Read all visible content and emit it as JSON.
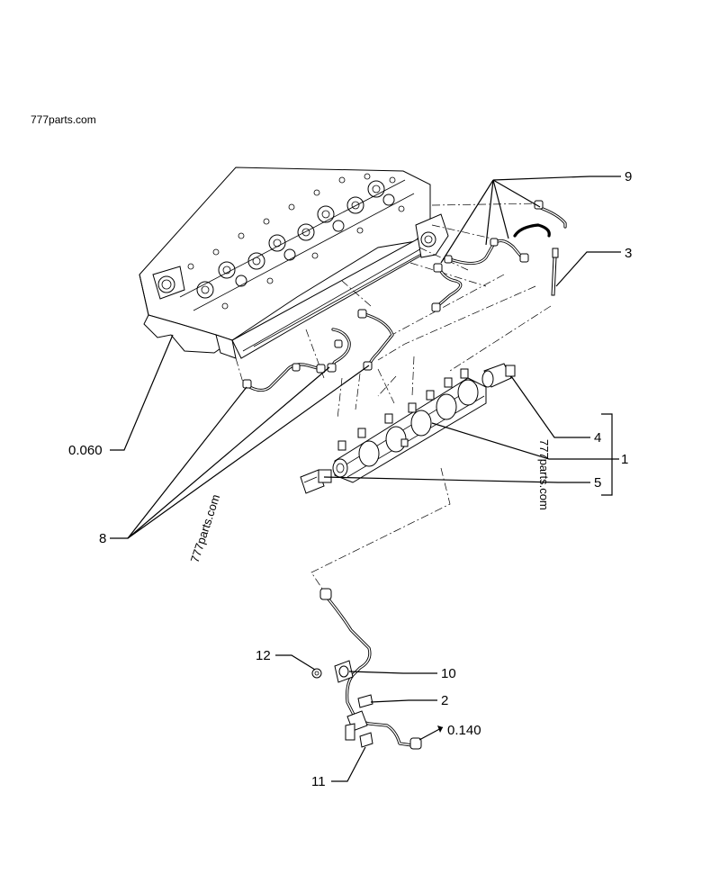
{
  "site_label": "777parts.com",
  "watermarks": [
    "777parts.com",
    "777parts.com"
  ],
  "callouts": {
    "c1": "1",
    "c2": "2",
    "c3": "3",
    "c4": "4",
    "c5": "5",
    "c8": "8",
    "c9": "9",
    "c10": "10",
    "c11": "11",
    "c12": "12",
    "ref_head": "0.060",
    "ref_pipe": "0.140"
  }
}
